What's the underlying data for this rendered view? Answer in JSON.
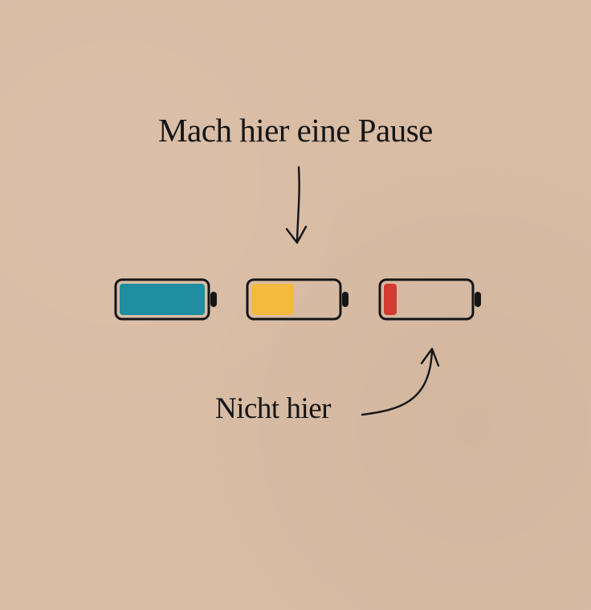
{
  "texts": {
    "top_label": "Mach hier eine Pause",
    "bottom_label": "Nicht hier"
  },
  "batteries": [
    {
      "name": "full",
      "level": 1.0,
      "color": "#1e8ea0"
    },
    {
      "name": "half",
      "level": 0.5,
      "color": "#f2bb3f"
    },
    {
      "name": "low",
      "level": 0.15,
      "color": "#d43a30"
    }
  ],
  "colors": {
    "background": "#d9bca4",
    "ink": "#151515"
  }
}
